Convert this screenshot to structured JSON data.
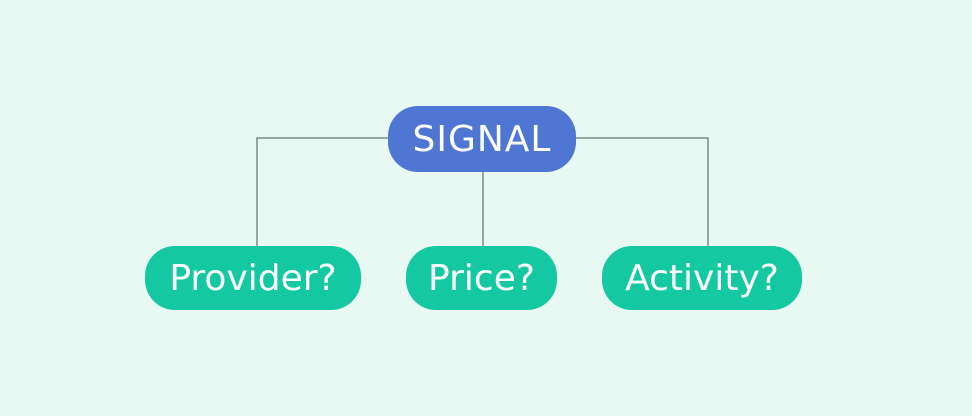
{
  "root": {
    "label": "SIGNAL",
    "color": "#5076d4"
  },
  "children": [
    {
      "label": "Provider?"
    },
    {
      "label": "Price?"
    },
    {
      "label": "Activity?"
    }
  ],
  "colors": {
    "background": "#e8f8f3",
    "root": "#5076d4",
    "child": "#14c9a1",
    "connector": "#7a8c87",
    "text": "#ffffff"
  }
}
